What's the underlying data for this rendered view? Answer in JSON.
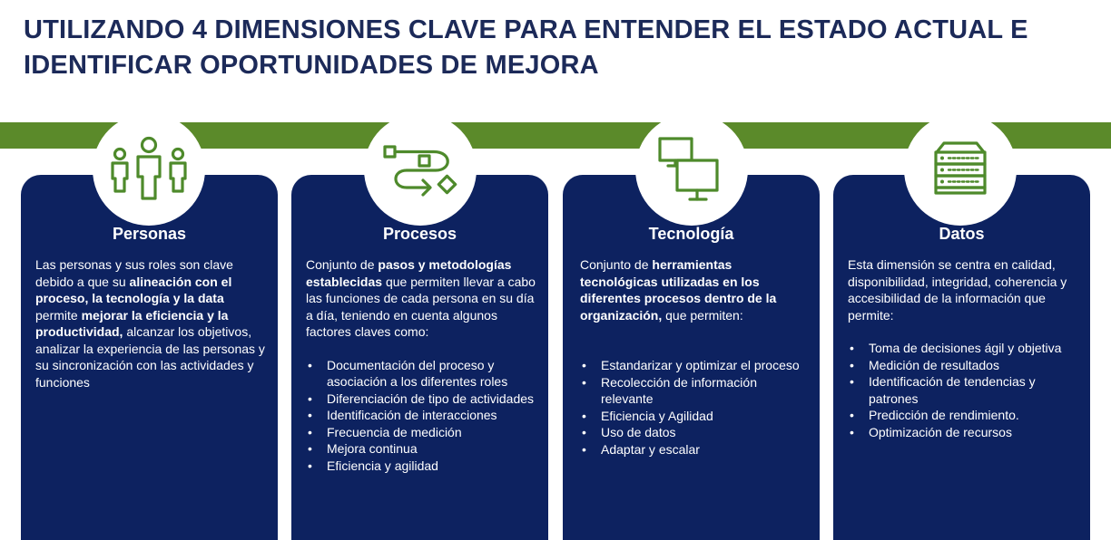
{
  "title": "UTILIZANDO 4 DIMENSIONES CLAVE PARA ENTENDER EL ESTADO ACTUAL E IDENTIFICAR OPORTUNIDADES DE MEJORA",
  "colors": {
    "title": "#1c2a59",
    "band": "#5b8a2a",
    "card": "#0d2260",
    "icon": "#4e8a2b"
  },
  "cards": [
    {
      "title": "Personas",
      "icon": "people-icon",
      "intro": [
        {
          "t": "Las personas y sus roles son clave debido a que su ",
          "b": false
        },
        {
          "t": "alineación con el proceso, la tecnología y la data",
          "b": true
        },
        {
          "t": " permite ",
          "b": false
        },
        {
          "t": "mejorar la eficiencia y la productividad,",
          "b": true
        },
        {
          "t": " alcanzar los objetivos, analizar  la experiencia de las personas y su sincronización con las actividades y funciones",
          "b": false
        }
      ],
      "bullets": []
    },
    {
      "title": "Procesos",
      "icon": "process-flow-icon",
      "intro": [
        {
          "t": "Conjunto de ",
          "b": false
        },
        {
          "t": "pasos y metodologías establecidas",
          "b": true
        },
        {
          "t": " que permiten llevar a cabo las funciones de cada persona en su día a día, teniendo en cuenta algunos factores claves como:",
          "b": false
        }
      ],
      "bullets": [
        "Documentación del proceso y asociación a los diferentes roles",
        "Diferenciación de tipo de actividades",
        "Identificación de interacciones",
        "Frecuencia de medición",
        "Mejora continua",
        "Eficiencia y agilidad"
      ]
    },
    {
      "title": "Tecnología",
      "icon": "monitors-icon",
      "intro": [
        {
          "t": "Conjunto de ",
          "b": false
        },
        {
          "t": "herramientas tecnológicas utilizadas en los diferentes procesos dentro de la organización,",
          "b": true
        },
        {
          "t": " que permiten:",
          "b": false
        }
      ],
      "bullets": [
        "Estandarizar y optimizar el proceso",
        "Recolección de información relevante",
        "Eficiencia y Agilidad",
        "Uso de datos",
        "Adaptar y escalar"
      ]
    },
    {
      "title": "Datos",
      "icon": "server-icon",
      "intro": [
        {
          "t": "Esta dimensión se centra en calidad, disponibilidad, integridad, coherencia y accesibilidad de la información que permite:",
          "b": false
        }
      ],
      "bullets": [
        "Toma de decisiones ágil y objetiva",
        "Medición de resultados",
        "Identificación de tendencias y patrones",
        "Predicción de rendimiento.",
        "Optimización de recursos"
      ]
    }
  ]
}
